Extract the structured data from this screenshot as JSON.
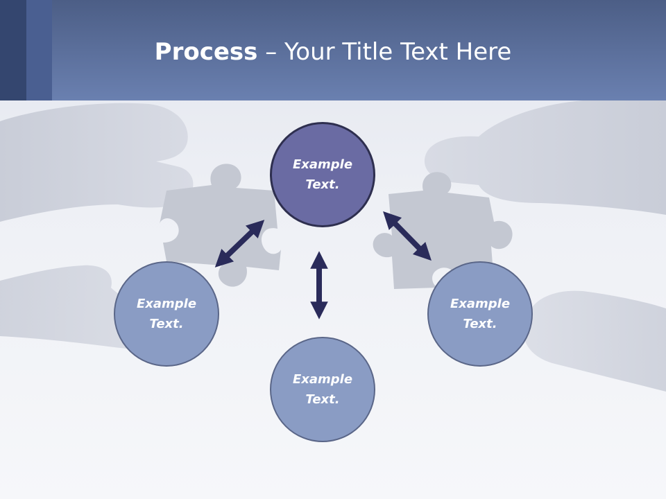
{
  "title": {
    "bold": "Process",
    "separator": " – ",
    "rest": "Your Title Text Here"
  },
  "nodes": {
    "top": {
      "line1": "Example",
      "line2": "Text."
    },
    "left": {
      "line1": "Example",
      "line2": "Text."
    },
    "bottom": {
      "line1": "Example",
      "line2": "Text."
    },
    "right": {
      "line1": "Example",
      "line2": "Text."
    }
  },
  "colors": {
    "header": "#6a80b0",
    "top_node": "#6a6ba3",
    "side_node": "#8a9cc4",
    "arrow": "#2a2b5a"
  }
}
